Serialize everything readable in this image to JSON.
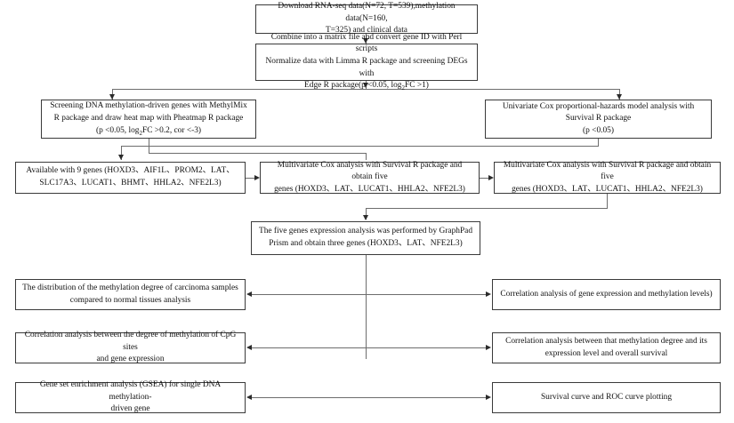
{
  "chart_data": {
    "type": "diagram",
    "title": "",
    "nodes": [
      {
        "id": "n1",
        "text": "Download RNA-seq data(N=72, T=539),methylation data(N=160,\nT=325) and clinical data"
      },
      {
        "id": "n2",
        "text": "Combine into a matrix file and convert gene ID with Perl scripts\nNormalize data with Limma R package and screening DEGs with\nEdge R package(p <0.05, log2FC >1)"
      },
      {
        "id": "n3",
        "text": "Screening DNA methylation-driven genes with MethylMix\nR package and draw heat map with Pheatmap R package\n(p <0.05, log2FC >0.2, cor <-3)"
      },
      {
        "id": "n4",
        "text": "Univariate Cox proportional-hazards model analysis with\nSurvival R package\n(p <0.05)"
      },
      {
        "id": "n5",
        "text": "Available with 9 genes (HOXD3、AIF1L、PROM2、LAT、\nSLC17A3、LUCAT1、BHMT、HHLA2、NFE2L3)"
      },
      {
        "id": "n6",
        "text": "Multivariate Cox analysis with Survival R package and obtain five\ngenes (HOXD3、LAT、LUCAT1、HHLA2、NFE2L3)"
      },
      {
        "id": "n7",
        "text": "Multivariate Cox analysis with Survival R package and obtain five\ngenes (HOXD3、LAT、LUCAT1、HHLA2、NFE2L3)"
      },
      {
        "id": "n8",
        "text": "The five genes expression analysis was performed by GraphPad\nPrism and obtain three genes (HOXD3、LAT、NFE2L3)"
      },
      {
        "id": "n9",
        "text": "The distribution of the methylation degree of carcinoma samples\ncompared to normal tissues analysis"
      },
      {
        "id": "n10",
        "text": "Correlation analysis of gene expression and methylation levels)"
      },
      {
        "id": "n11",
        "text": "Correlation analysis between the degree of methylation of CpG sites\nand gene expression"
      },
      {
        "id": "n12",
        "text": "Correlation analysis between that methylation degree and its\nexpression level and overall survival"
      },
      {
        "id": "n13",
        "text": "Gene set enrichment analysis (GSEA) for single DNA methylation-\ndriven gene"
      },
      {
        "id": "n14",
        "text": "Survival curve and ROC curve plotting"
      }
    ],
    "edges": [
      {
        "from": "n1",
        "to": "n2",
        "style": "down-arrow"
      },
      {
        "from": "n2",
        "to": "n3",
        "style": "split-down-arrow"
      },
      {
        "from": "n2",
        "to": "n4",
        "style": "split-down-arrow"
      },
      {
        "from": "n3",
        "to": "n6",
        "style": "elbow-down-arrow"
      },
      {
        "from": "n4",
        "to": "n5",
        "style": "elbow-down-arrow"
      },
      {
        "from": "n5",
        "to": "n6",
        "style": "right-arrow"
      },
      {
        "from": "n6",
        "to": "n7",
        "style": "right-arrow"
      },
      {
        "from": "n7",
        "to": "n8",
        "style": "down-arrow"
      },
      {
        "from": "n8",
        "to": "n10",
        "style": "down-then-right-arrow"
      },
      {
        "from": "n10",
        "to": "n9",
        "style": "left-arrow"
      },
      {
        "from": "n12",
        "to": "n11",
        "style": "left-arrow"
      },
      {
        "from": "n14",
        "to": "n13",
        "style": "left-arrow"
      }
    ],
    "colors": {
      "node_border": "#3a3a3a",
      "connector": "#6d6d6d",
      "arrow": "#2b2b2b",
      "background": "#ffffff",
      "text": "#111111"
    }
  }
}
